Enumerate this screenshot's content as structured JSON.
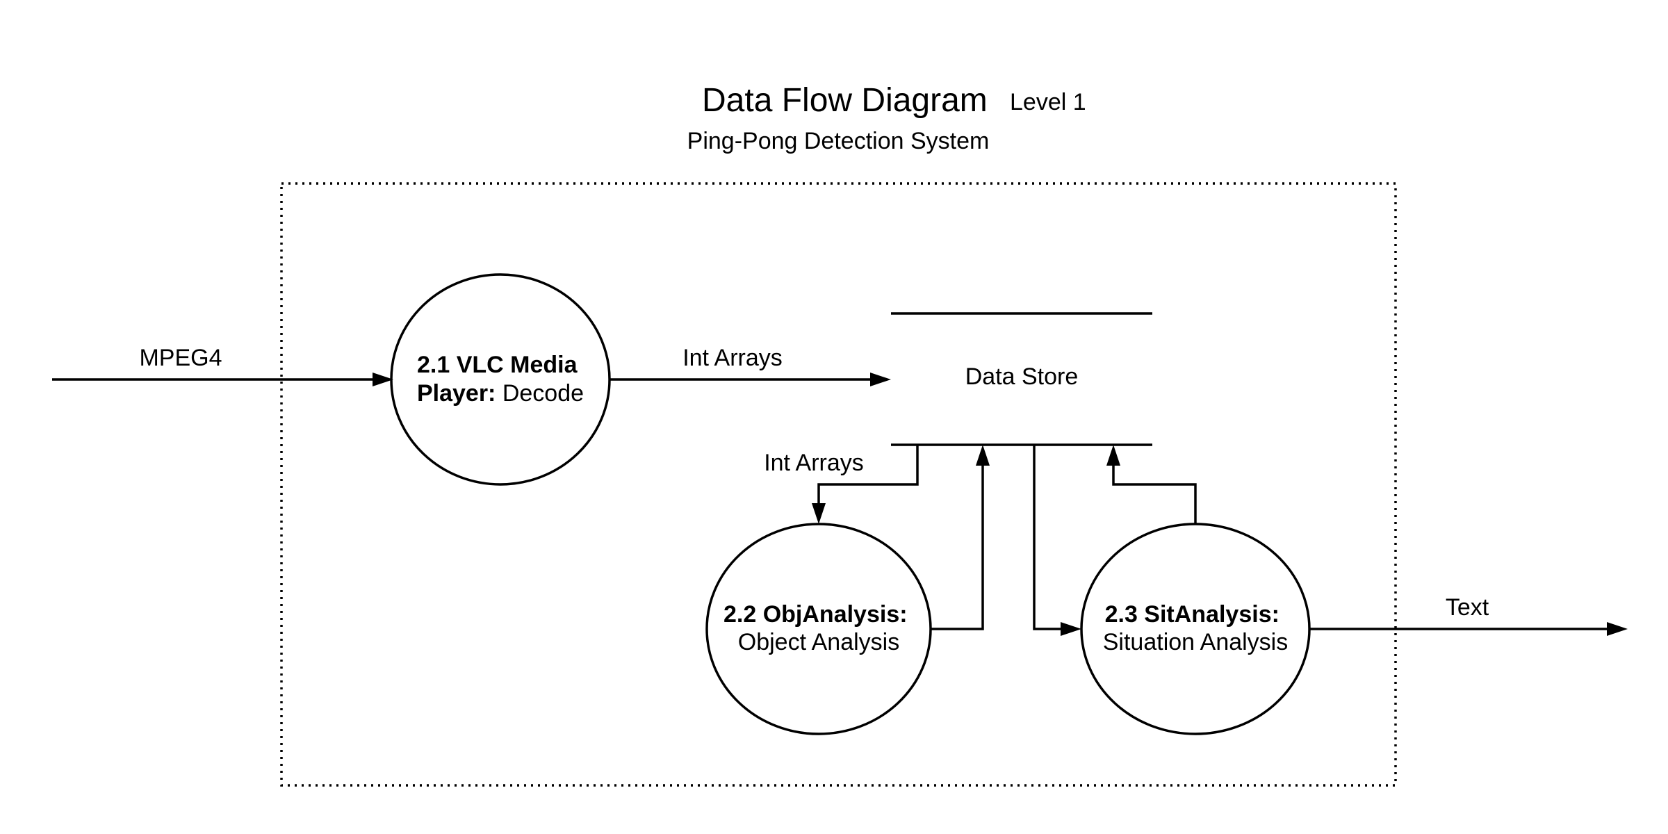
{
  "header": {
    "title": "Data Flow Diagram",
    "level": "Level 1",
    "subtitle": "Ping-Pong Detection System"
  },
  "processes": [
    {
      "id": "p1",
      "line1_bold": "2.1 VLC Media",
      "line2_bold": "Player:",
      "line2_text": "Decode"
    },
    {
      "id": "p2",
      "line1_bold": "2.2 ObjAnalysis:",
      "line2_text": "Object Analysis"
    },
    {
      "id": "p3",
      "line1_bold": "2.3 SitAnalysis:",
      "line2_text": "Situation Analysis"
    }
  ],
  "data_store": {
    "label": "Data Store"
  },
  "flows": [
    {
      "id": "f1",
      "label": "MPEG4",
      "from": "external",
      "to": "p1"
    },
    {
      "id": "f2",
      "label": "Int Arrays",
      "from": "p1",
      "to": "data_store"
    },
    {
      "id": "f3",
      "label": "Int Arrays",
      "from": "data_store",
      "to": "p2"
    },
    {
      "id": "f4",
      "label": "",
      "from": "p2",
      "to": "data_store"
    },
    {
      "id": "f5",
      "label": "",
      "from": "data_store",
      "to": "p3"
    },
    {
      "id": "f6",
      "label": "",
      "from": "p3",
      "to": "data_store"
    },
    {
      "id": "f7",
      "label": "Text",
      "from": "p3",
      "to": "external"
    }
  ],
  "colors": {
    "line": "#000000",
    "background": "#ffffff"
  }
}
